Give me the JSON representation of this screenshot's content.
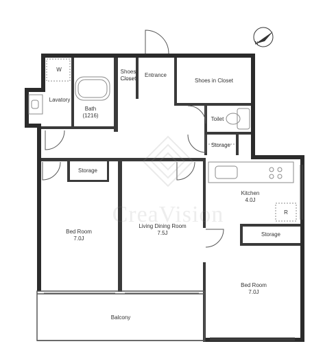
{
  "watermark": "CreaVision",
  "compass_label": "N",
  "rooms": {
    "entrance": "Entrance",
    "shoes_closet": [
      "Shoes",
      "Closet"
    ],
    "shoes_in_closet": "Shoes in Closet",
    "lavatory": "Lavatory",
    "washer_mark": "W",
    "bath": [
      "Bath",
      "(1216)"
    ],
    "toilet": "Toilet",
    "storage_hall": "Storage",
    "storage_bed1": "Storage",
    "kitchen": [
      "Kitchen",
      "4.0J"
    ],
    "fridge_mark": "R",
    "storage_bed2": "Storage",
    "bed_room_1": [
      "Bed Room",
      "7.0J"
    ],
    "living_dining": [
      "Living Dining Room",
      "7.5J"
    ],
    "bed_room_2": [
      "Bed Room",
      "7.0J"
    ],
    "balcony": "Balcony"
  },
  "colors": {
    "wall": "#2b2b2b",
    "line": "#555555",
    "fixture": "#8a8a8a"
  }
}
